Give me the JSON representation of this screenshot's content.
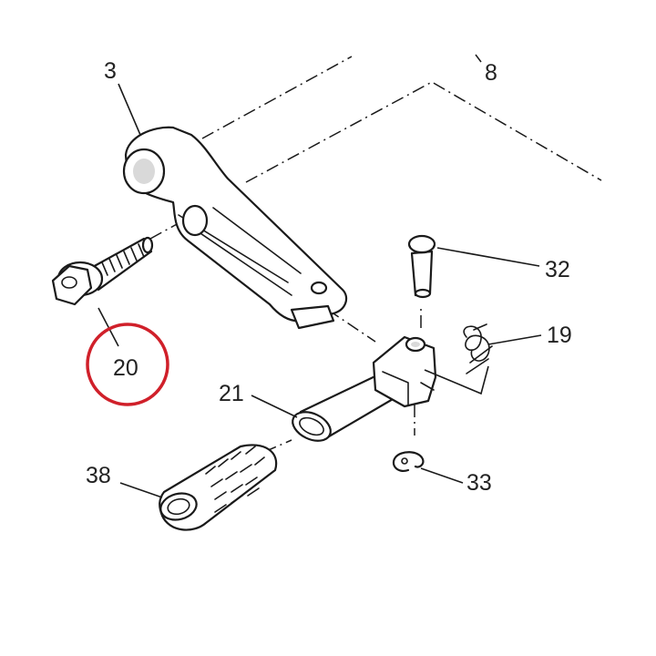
{
  "callouts": {
    "c3": "3",
    "c8": "8",
    "c32": "32",
    "c19": "19",
    "c21": "21",
    "c20": "20",
    "c38": "38",
    "c33": "33"
  },
  "highlight": {
    "part": "20",
    "color": "#d0202a"
  }
}
